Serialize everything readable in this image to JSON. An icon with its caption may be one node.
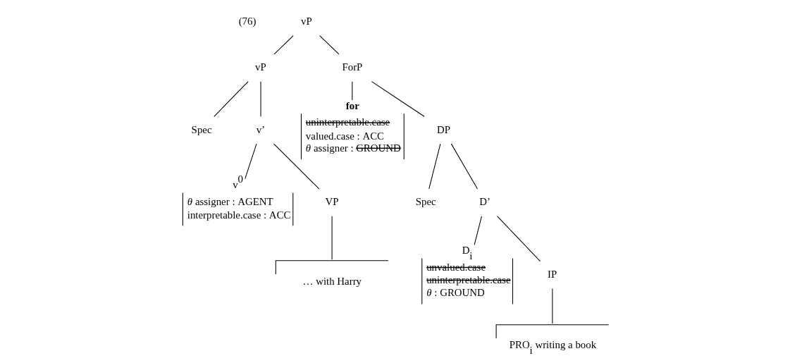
{
  "diagram": {
    "nodes": [
      {
        "text": [
          "vP"
        ]
      },
      {
        "text": [
          "vP"
        ]
      },
      {
        "text": [
          "ForP"
        ]
      },
      {
        "text": [
          "Spec"
        ]
      },
      {
        "text": [
          "v’"
        ]
      },
      {
        "text": [
          "v$^{0}$",
          "*θ* assigner : AGENT",
          "interpretable.case : ACC"
        ]
      },
      {
        "text": [
          "VP"
        ]
      },
      {
        "text": [
          "… with Harry"
        ]
      },
      {
        "text": [
          "**for**",
          "uninterpretable.case",
          "valued.case : ACC",
          "*θ* assigner : GROUND"
        ]
      },
      {
        "text": [
          "DP"
        ]
      },
      {
        "text": [
          "Spec"
        ]
      },
      {
        "text": [
          "D’"
        ]
      },
      {
        "text": [
          "D$_{i}$",
          "unvalued.case",
          "uninterpretable.case",
          "*θ* : GROUND"
        ]
      },
      {
        "text": [
          "IP"
        ]
      },
      {
        "text": [
          "PRO$_{i}$ writing a book"
        ]
      }
    ],
    "edges": [
      {
        "from": 0,
        "to": 1,
        "arrow": "none"
      },
      {
        "from": 0,
        "to": 2,
        "arrow": "none"
      },
      {
        "from": 1,
        "to": 3,
        "arrow": "none"
      },
      {
        "from": 1,
        "to": 4,
        "arrow": "none"
      },
      {
        "from": 4,
        "to": 5,
        "arrow": "none"
      },
      {
        "from": 4,
        "to": 6,
        "arrow": "none"
      },
      {
        "from": 6,
        "to": 7,
        "arrow": "none"
      },
      {
        "from": 2,
        "to": 8,
        "arrow": "none"
      },
      {
        "from": 2,
        "to": 9,
        "arrow": "none"
      },
      {
        "from": 9,
        "to": 10,
        "arrow": "none"
      },
      {
        "from": 9,
        "to": 11,
        "arrow": "none"
      },
      {
        "from": 11,
        "to": 12,
        "arrow": "none"
      },
      {
        "from": 11,
        "to": 13,
        "arrow": "none"
      },
      {
        "from": 13,
        "to": 14,
        "arrow": "none"
      }
    ],
    "labels": [
      "(76)"
    ]
  }
}
